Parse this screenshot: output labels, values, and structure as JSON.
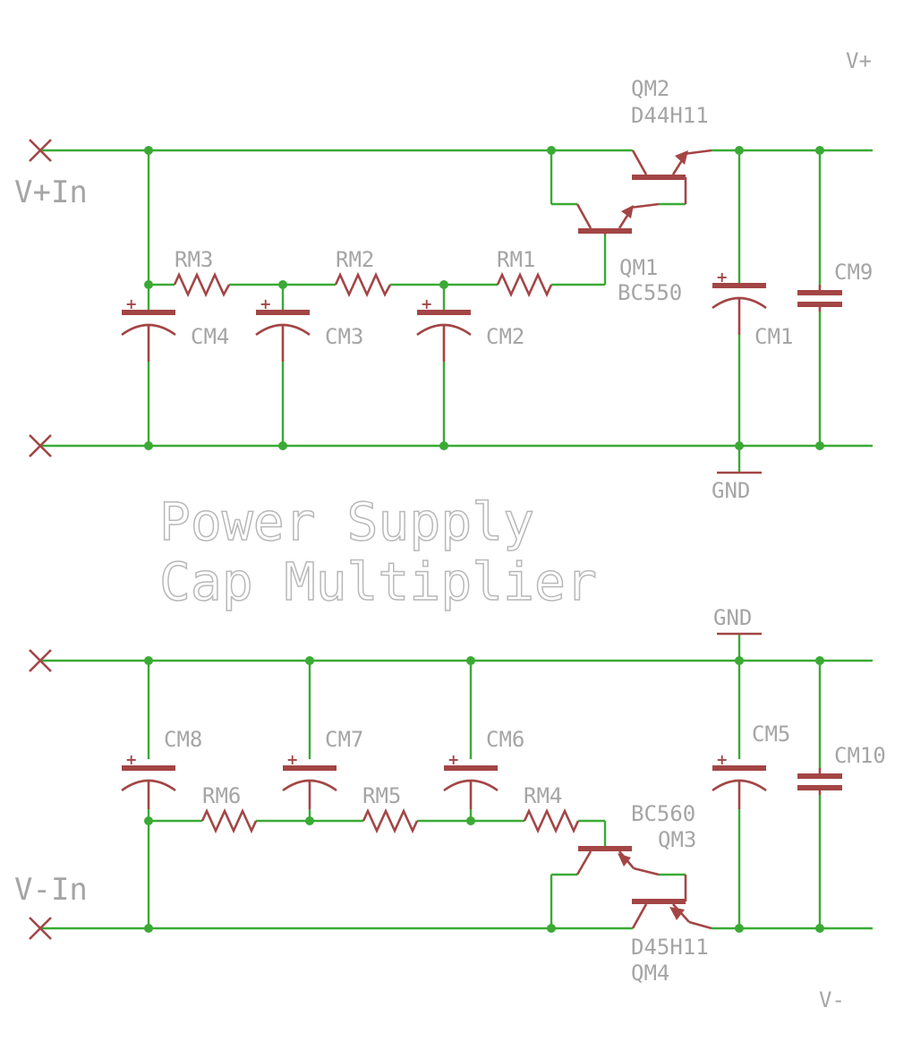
{
  "title": {
    "line1": "Power Supply",
    "line2": "Cap Multiplier"
  },
  "ports": {
    "v_plus_in": "V+In",
    "v_minus_in": "V-In",
    "v_plus_out": "V+",
    "v_minus_out": "V-",
    "gnd_top": "GND",
    "gnd_bottom": "GND"
  },
  "resistors": {
    "rm1": "RM1",
    "rm2": "RM2",
    "rm3": "RM3",
    "rm4": "RM4",
    "rm5": "RM5",
    "rm6": "RM6"
  },
  "capacitors": {
    "cm1": "CM1",
    "cm2": "CM2",
    "cm3": "CM3",
    "cm4": "CM4",
    "cm5": "CM5",
    "cm6": "CM6",
    "cm7": "CM7",
    "cm8": "CM8",
    "cm9": "CM9",
    "cm10": "CM10",
    "polarity_mark": "+"
  },
  "transistors": {
    "qm1": {
      "name": "QM1",
      "value": "BC550"
    },
    "qm2": {
      "name": "QM2",
      "value": "D44H11"
    },
    "qm3": {
      "name": "QM3",
      "value": "BC560"
    },
    "qm4": {
      "name": "QM4",
      "value": "D45H11"
    }
  },
  "colors": {
    "wire": "#3aaa35",
    "component": "#a34545",
    "label": "#a5a5a5",
    "background": "#ffffff"
  }
}
